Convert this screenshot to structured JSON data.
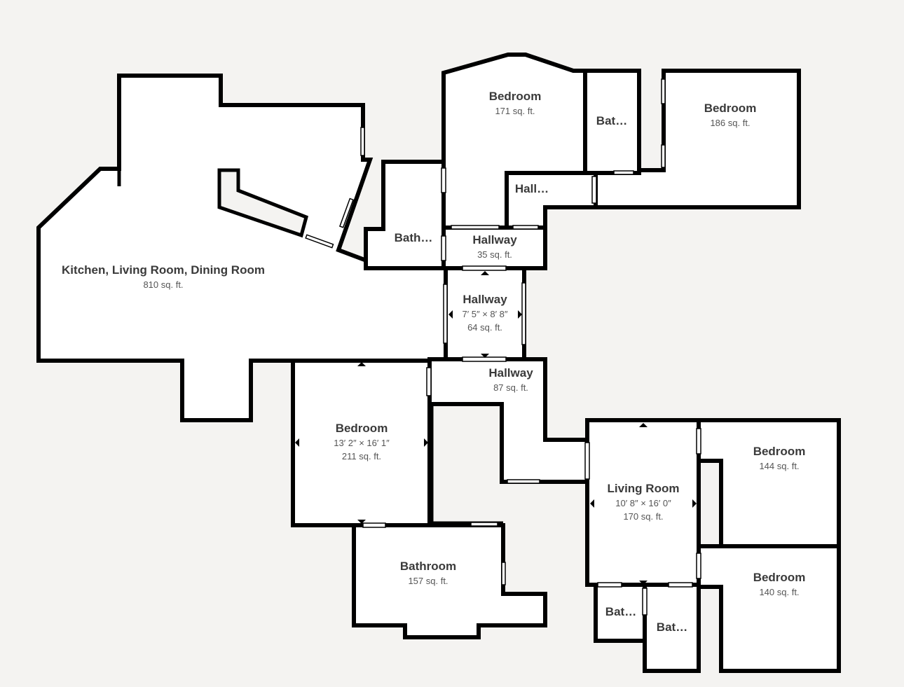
{
  "floorplan": {
    "rooms": [
      {
        "name": "Kitchen, Living Room, Dining Room",
        "area": "810 sq. ft."
      },
      {
        "name": "Bedroom",
        "area": "171 sq. ft."
      },
      {
        "name": "Bat…"
      },
      {
        "name": "Bedroom",
        "area": "186 sq. ft."
      },
      {
        "name": "Hall…"
      },
      {
        "name": "Bath…"
      },
      {
        "name": "Hallway",
        "area": "35 sq. ft."
      },
      {
        "name": "Hallway",
        "dims": "7′ 5″ × 8′ 8″",
        "area": "64 sq. ft."
      },
      {
        "name": "Hallway",
        "area": "87 sq. ft."
      },
      {
        "name": "Bedroom",
        "dims": "13′ 2″ × 16′ 1″",
        "area": "211 sq. ft."
      },
      {
        "name": "Bathroom",
        "area": "157 sq. ft."
      },
      {
        "name": "Living Room",
        "dims": "10′ 8″ × 16′ 0″",
        "area": "170 sq. ft."
      },
      {
        "name": "Bedroom",
        "area": "144 sq. ft."
      },
      {
        "name": "Bedroom",
        "area": "140 sq. ft."
      },
      {
        "name": "Bat…"
      },
      {
        "name": "Bat…"
      }
    ]
  }
}
